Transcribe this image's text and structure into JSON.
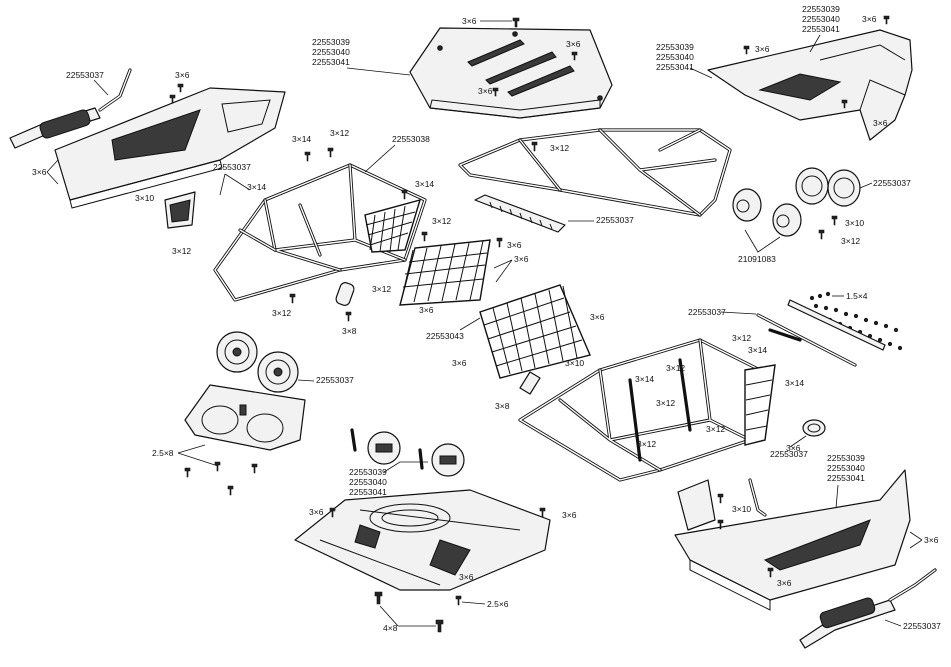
{
  "labels": {
    "top_3x6": "3×6",
    "roof_code_1": "22553039",
    "roof_code_2": "22553040",
    "roof_code_3": "22553041",
    "roof_3x6_right": "3×6",
    "roof_3x6_bottom": "3×6",
    "hood_code_1": "22553039",
    "hood_code_2": "22553040",
    "hood_code_3": "22553041",
    "hood_3x6_top": "3×6",
    "hood_code_left_1": "22553039",
    "hood_code_left_2": "22553040",
    "hood_code_left_3": "22553041",
    "hood_3x6_left": "3×6",
    "hood_3x6_right": "3×6",
    "exhaust_left": "22553037",
    "exhaust_left_3x6": "3×6",
    "side_panel_left_3x6": "3×6",
    "frame_3x14_a": "3×14",
    "frame_3x12_a": "3×12",
    "frame_22553038": "22553038",
    "frame_3x12_b": "3×12",
    "frame_22553037": "22553037",
    "frame_3x14_b": "3×14",
    "frame_3x14_c": "3×14",
    "frame_3x10": "3×10",
    "frame_3x12_c": "3×12",
    "frame_3x12_d": "3×12",
    "frame_3x12_e": "3×12",
    "frame_3x12_f": "3×12",
    "frame_3x8": "3×8",
    "lightbar": "22553037",
    "gauges": "22553037",
    "gauges_3x10": "3×10",
    "gauges_3x12": "3×12",
    "lamps": "21091083",
    "grid_3x6_a": "3×6",
    "grid_3x6_b": "3×6",
    "grid_22553043": "22553043",
    "grid_3x6_c": "3×6",
    "grid_3x6_d": "3×6",
    "grid_3x6_e": "3×6",
    "small_screws": "1.5×4",
    "rear_bar": "22553037",
    "rear_3x12_a": "3×12",
    "rear_3x14_a": "3×14",
    "rear_3x14_b": "3×14",
    "rear_3x14_c": "3×14",
    "rear_3x12_b": "3×12",
    "rear_3x12_c": "3×12",
    "rear_3x12_d": "3×12",
    "rear_3x12_e": "3×12",
    "rear_3x10": "3×10",
    "rear_3x8": "3×8",
    "rear_3x6_a": "3×6",
    "speakers": "22553037",
    "screws_2_5x8": "2.5×8",
    "seats_code_1": "22553039",
    "seats_code_2": "22553040",
    "seats_code_3": "22553041",
    "floor_3x6_a": "3×6",
    "floor_3x6_b": "3×6",
    "floor_3x6_c": "3×6",
    "floor_2_5x6": "2.5×6",
    "floor_4x8": "4×8",
    "tail_lamp": "22553037",
    "rside_code_1": "22553039",
    "rside_code_2": "22553040",
    "rside_code_3": "22553041",
    "rside_3x10": "3×10",
    "rside_3x6_a": "3×6",
    "rside_3x6_b": "3×6",
    "exhaust_right": "22553037"
  }
}
